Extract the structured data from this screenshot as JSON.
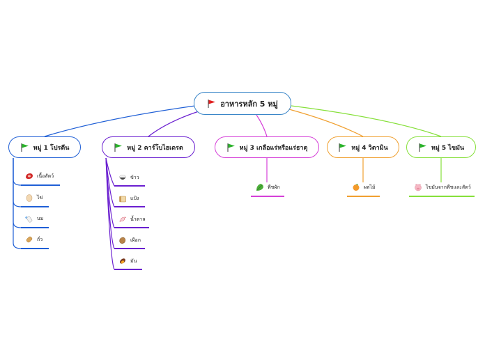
{
  "root": {
    "title": "อาหารหลัก 5 หมู่",
    "color": "#3a86c8"
  },
  "groups": [
    {
      "label": "หมู่ 1 โปรตีน",
      "color": "#1f5fd6",
      "items": [
        {
          "label": "เนื้อสัตว์",
          "icon": "meat-icon"
        },
        {
          "label": "ไข่",
          "icon": "egg-icon"
        },
        {
          "label": "นม",
          "icon": "milk-bottle-icon"
        },
        {
          "label": "ถั่ว",
          "icon": "peanut-icon"
        }
      ]
    },
    {
      "label": "หมู่ 2 คาร์โบไฮเดรต",
      "color": "#6a1fd0",
      "items": [
        {
          "label": "ข้าว",
          "icon": "rice-bowl-icon"
        },
        {
          "label": "แป้ง",
          "icon": "bread-icon"
        },
        {
          "label": "น้ำตาล",
          "icon": "candy-icon"
        },
        {
          "label": "เผือก",
          "icon": "taro-icon"
        },
        {
          "label": "มัน",
          "icon": "sweet-potato-icon"
        }
      ]
    },
    {
      "label": "หมู่ 3 เกลือแร่หรือแร่ธาตุ",
      "color": "#d53fd8",
      "items": [
        {
          "label": "พืชผัก",
          "icon": "leafy-greens-icon"
        }
      ]
    },
    {
      "label": "หมู่ 4 วิตามิน",
      "color": "#f0a030",
      "items": [
        {
          "label": "ผลไม้",
          "icon": "orange-fruit-icon"
        }
      ]
    },
    {
      "label": "หมู่ 5 ไขมัน",
      "color": "#86e03a",
      "items": [
        {
          "label": "ไขมันจากพืชและสัตว์",
          "icon": "pig-icon"
        }
      ]
    }
  ],
  "flag_icons": {
    "root": "red-flag-icon",
    "group": "green-flag-icon"
  }
}
